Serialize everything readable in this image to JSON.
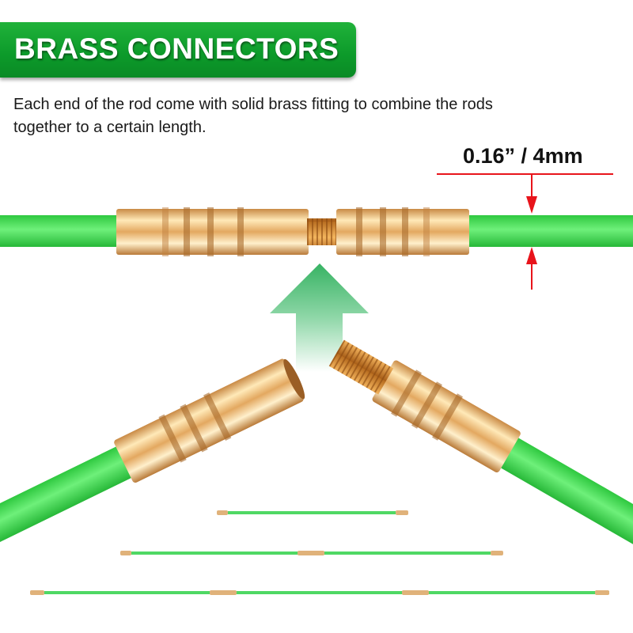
{
  "header": {
    "title": "BRASS CONNECTORS",
    "banner_color": "#0f9d2e"
  },
  "description": {
    "line1": "Each end of the rod come with solid brass fitting to combine the rods",
    "line2": "together to a certain length."
  },
  "dimension": {
    "label": "0.16” / 4mm",
    "marker_color": "#e8141b"
  },
  "colors": {
    "rod_green": "#3ddc4e",
    "brass": "#d9a15b",
    "arrow_green": "#3cb868"
  },
  "illustration": {
    "connected_pair": "male and female brass fittings joined",
    "separated_pair": [
      "female fitting (left)",
      "male threaded fitting (right)"
    ],
    "assembly_rows": [
      {
        "rods": 1
      },
      {
        "rods": 2
      },
      {
        "rods": 3
      }
    ]
  }
}
